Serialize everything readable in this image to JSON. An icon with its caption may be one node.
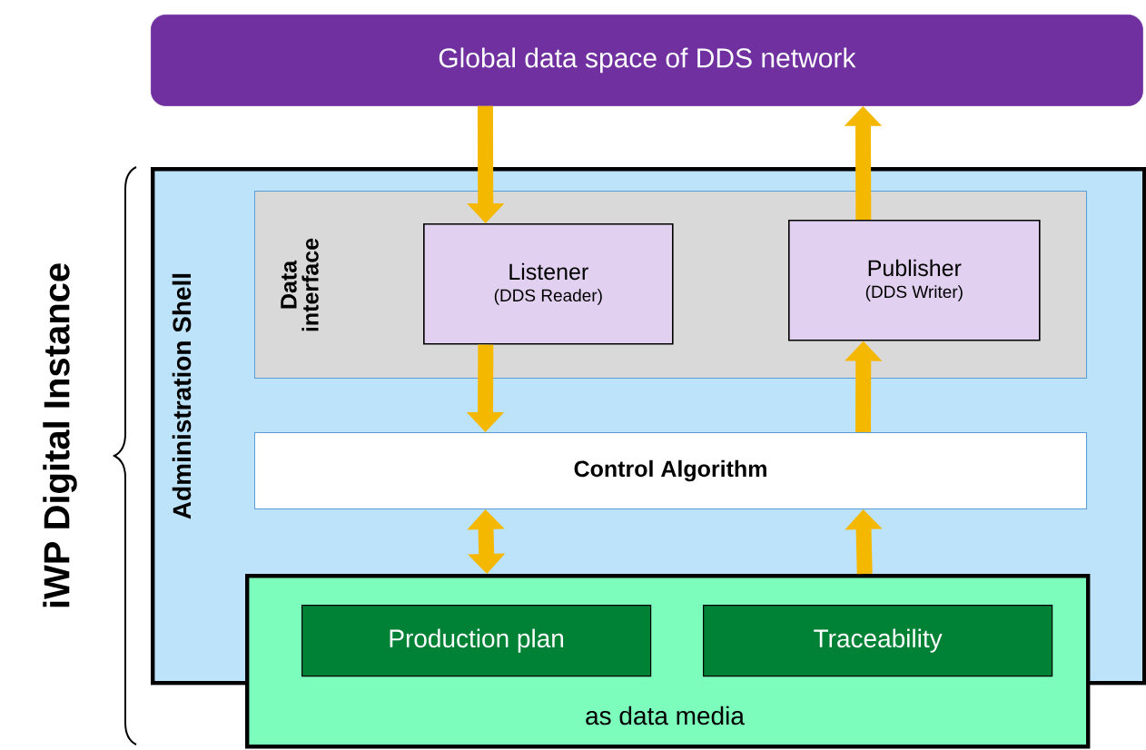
{
  "diagram": {
    "nodes": [
      {
        "text": [
          "Global data space of DDS network"
        ]
      },
      {
        "text": [
          "Administration Shell"
        ]
      },
      {
        "text": [
          "Data interface"
        ],
        "in": 1
      },
      {
        "text": [
          "Listener",
          "(DDS Reader)"
        ],
        "in": 2
      },
      {
        "text": [
          "Publisher",
          "(DDS Writer)"
        ],
        "in": 2
      },
      {
        "text": [
          "Control Algorithm"
        ],
        "in": 1
      },
      {
        "text": [
          "as data media"
        ]
      },
      {
        "text": [
          "Production  plan"
        ]
      },
      {
        "text": [
          "Traceability"
        ]
      }
    ],
    "edges": [
      {
        "from": 0,
        "to": 3,
        "arrow": "to"
      },
      {
        "from": 4,
        "to": 0,
        "arrow": "to"
      },
      {
        "from": 3,
        "to": 5,
        "arrow": "to"
      },
      {
        "from": 5,
        "to": 4,
        "arrow": "to"
      },
      {
        "from": 5,
        "to": 6,
        "arrow": "both"
      },
      {
        "from": 6,
        "to": 5,
        "arrow": "to"
      }
    ],
    "labels": [
      "iWP Digital Instance"
    ]
  }
}
